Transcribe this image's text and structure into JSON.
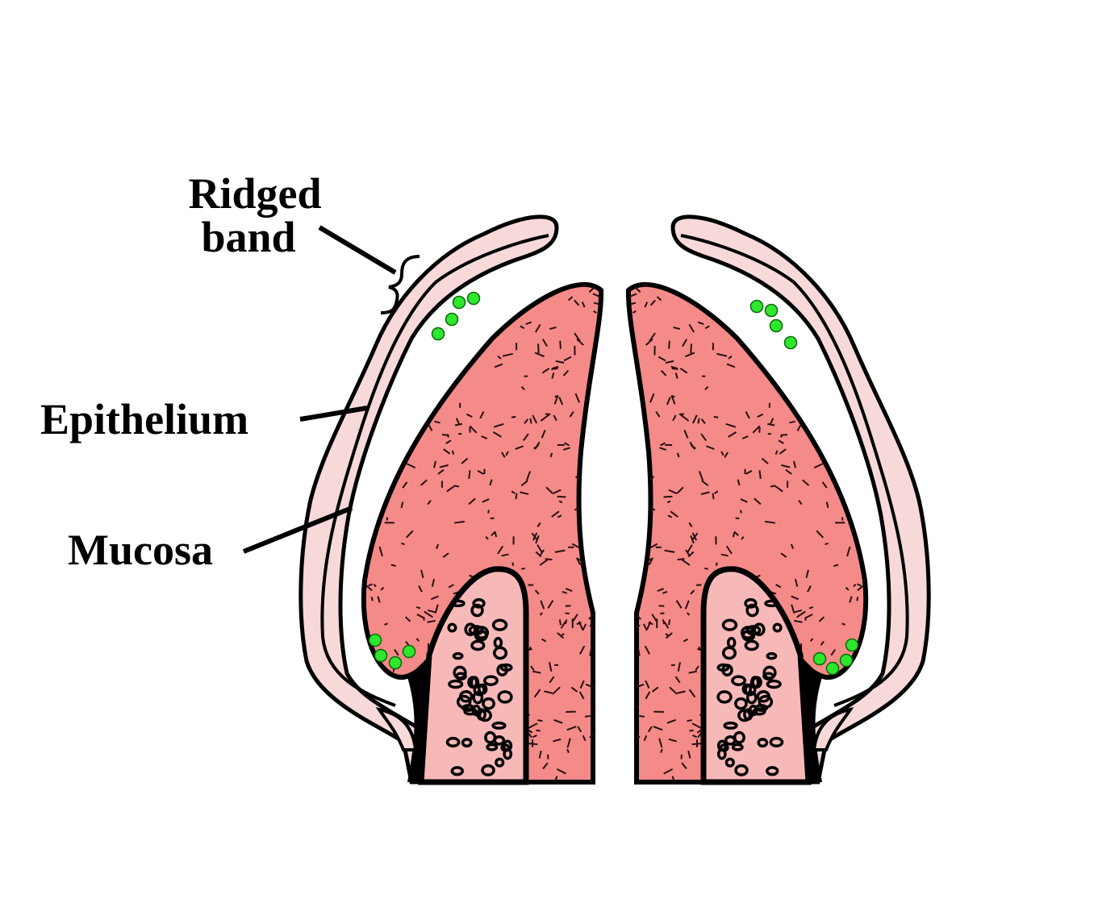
{
  "labels": {
    "ridged_band_line1": "Ridged",
    "ridged_band_line2": "band",
    "epithelium": "Epithelium",
    "mucosa": "Mucosa"
  },
  "colors": {
    "epithelium": "#f7d9d9",
    "mucosa": "#f48b89",
    "bone": "#f7b9b8",
    "cells": "#2ee62e",
    "outline": "#000000"
  }
}
